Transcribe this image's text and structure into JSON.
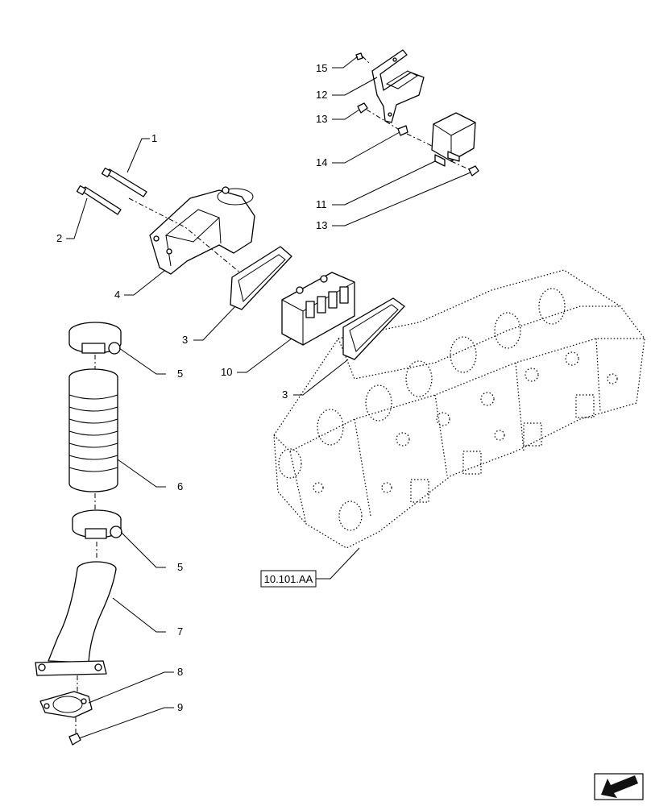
{
  "callouts": {
    "c15": "15",
    "c12": "12",
    "c13a": "13",
    "c14": "14",
    "c11": "11",
    "c13b": "13",
    "c1": "1",
    "c2": "2",
    "c4": "4",
    "c3a": "3",
    "c10": "10",
    "c3b": "3",
    "c5a": "5",
    "c6": "6",
    "c5b": "5",
    "c7": "7",
    "c8": "8",
    "c9": "9"
  },
  "reference": {
    "label": "10.101.AA"
  },
  "icons": {
    "nav": "previous-page-arrow-icon"
  }
}
